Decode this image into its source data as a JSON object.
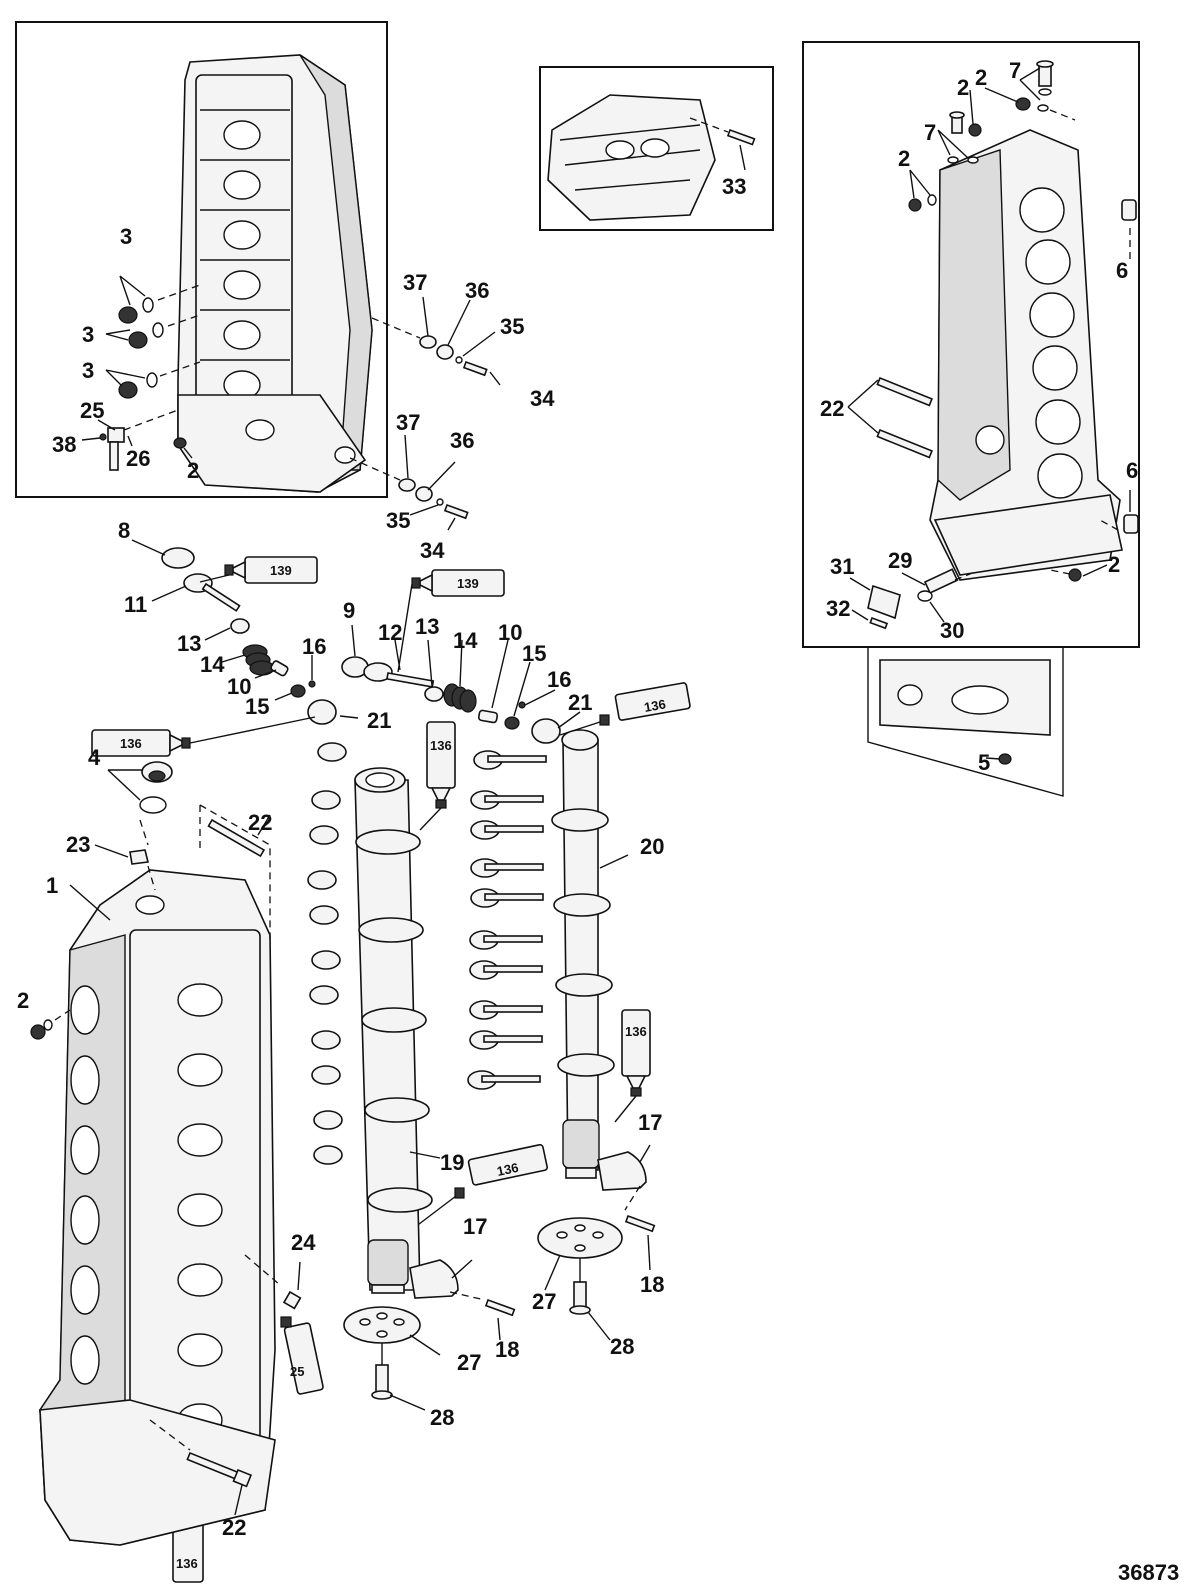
{
  "figure_id": "36873",
  "callouts": {
    "c1": "1",
    "c2a": "2",
    "c2b": "2",
    "c2c": "2",
    "c2d": "2",
    "c2e": "2",
    "c2f": "2",
    "c3a": "3",
    "c3b": "3",
    "c3c": "3",
    "c4": "4",
    "c5": "5",
    "c6a": "6",
    "c6b": "6",
    "c7a": "7",
    "c7b": "7",
    "c8": "8",
    "c9": "9",
    "c10a": "10",
    "c10b": "10",
    "c11": "11",
    "c12": "12",
    "c13a": "13",
    "c13b": "13",
    "c14a": "14",
    "c14b": "14",
    "c15a": "15",
    "c15b": "15",
    "c16a": "16",
    "c16b": "16",
    "c17a": "17",
    "c17b": "17",
    "c18a": "18",
    "c18b": "18",
    "c19": "19",
    "c20": "20",
    "c21a": "21",
    "c21b": "21",
    "c22a": "22",
    "c22b": "22",
    "c22c": "22",
    "c23": "23",
    "c24": "24",
    "c25a": "25",
    "c26": "26",
    "c27a": "27",
    "c27b": "27",
    "c28a": "28",
    "c28b": "28",
    "c29": "29",
    "c30": "30",
    "c31": "31",
    "c32": "32",
    "c33": "33",
    "c34a": "34",
    "c34b": "34",
    "c35a": "35",
    "c35b": "35",
    "c36a": "36",
    "c36b": "36",
    "c37a": "37",
    "c37b": "37",
    "c38": "38"
  },
  "tubes": {
    "t139a": "139",
    "t139b": "139",
    "t136a": "136",
    "t136b": "136",
    "t136c": "136",
    "t136d": "136",
    "t136e": "136",
    "t136f": "136",
    "t25": "25"
  }
}
